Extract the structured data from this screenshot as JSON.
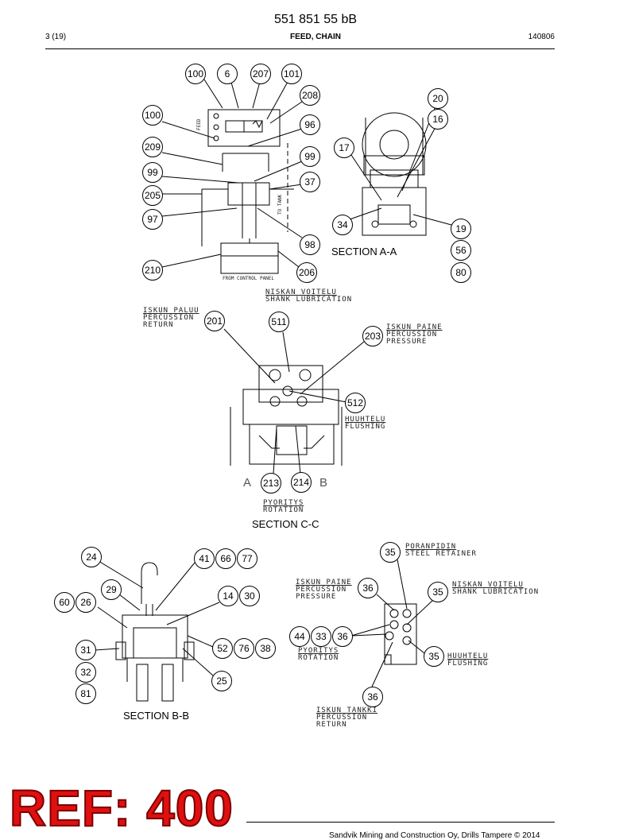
{
  "header": {
    "doc_number": "551 851 55 bB",
    "page": "3 (19)",
    "title": "FEED, CHAIN",
    "date": "140806"
  },
  "stamp": "REF: 400",
  "footer": "Sandvik Mining and Construction Oy, Drills Tampere © 2014",
  "sections": {
    "aa": "SECTION A-A",
    "cc": "SECTION C-C",
    "bb": "SECTION B-B",
    "cc_a": "A",
    "cc_b": "B"
  },
  "diagram_text": {
    "from_control_panel": "FROM CONTROL PANEL",
    "to_tank": "TO TANK",
    "feed": "FEED"
  },
  "labels": {
    "shank_lub_top": [
      "NISKAN VOITELU",
      "SHANK LUBRICATION"
    ],
    "perc_return_top": [
      "ISKUN PALUU",
      "PERCUSSION",
      "RETURN"
    ],
    "perc_pressure_top": [
      "ISKUN PAINE",
      "PERCUSSION",
      "PRESSURE"
    ],
    "flushing_top": [
      "HUUHTELU",
      "FLUSHING"
    ],
    "rotation_top": [
      "PYORITYS",
      "ROTATION"
    ],
    "steel_retainer": [
      "PORANPIDIN",
      "STEEL RETAINER"
    ],
    "perc_pressure_bottom": [
      "ISKUN PAINE",
      "PERCUSSION",
      "PRESSURE"
    ],
    "shank_lub_bottom": [
      "NISKAN VOITELU",
      "SHANK LUBRICATION"
    ],
    "rotation_bottom": [
      "PYORITYS",
      "ROTATION"
    ],
    "flushing_bottom": [
      "HUUHTELU",
      "FLUSHING"
    ],
    "perc_return_bottom": [
      "ISKUN TANKKI",
      "PERCUSSION",
      "RETURN"
    ]
  },
  "callouts": {
    "c100a": "100",
    "c6": "6",
    "c207": "207",
    "c101": "101",
    "c208": "208",
    "c100b": "100",
    "c96": "96",
    "c209": "209",
    "c99a": "99",
    "c99b": "99",
    "c37": "37",
    "c205": "205",
    "c97": "97",
    "c98": "98",
    "c210": "210",
    "c206": "206",
    "c20": "20",
    "c16": "16",
    "c17": "17",
    "c34": "34",
    "c19": "19",
    "c56": "56",
    "c80": "80",
    "c201": "201",
    "c511": "511",
    "c203": "203",
    "c512": "512",
    "c213": "213",
    "c214": "214",
    "c24": "24",
    "c41": "41",
    "c66": "66",
    "c77": "77",
    "c29": "29",
    "c14": "14",
    "c30": "30",
    "c60": "60",
    "c26": "26",
    "c31": "31",
    "c52": "52",
    "c76": "76",
    "c38": "38",
    "c32": "32",
    "c25": "25",
    "c81": "81",
    "c35a": "35",
    "c36a": "36",
    "c35b": "35",
    "c44": "44",
    "c33": "33",
    "c36b": "36",
    "c35c": "35",
    "c36c": "36"
  }
}
